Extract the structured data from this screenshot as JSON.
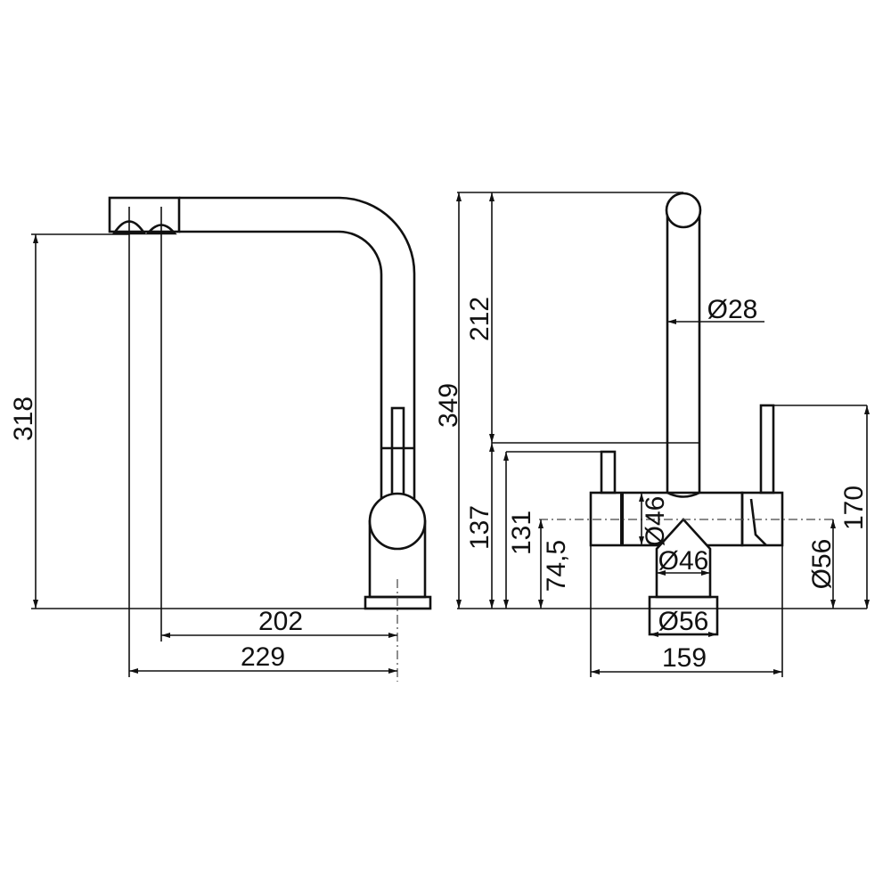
{
  "title": "Kitchen faucet dimension drawing",
  "side_view": {
    "dimensions": {
      "height": "318",
      "reach_outer": "202",
      "reach_total": "229"
    }
  },
  "front_view": {
    "dimensions": {
      "total_height": "349",
      "spout_height": "212",
      "body_height": "137",
      "handle_left_height": "131",
      "axis_height": "74,5",
      "handle_right_height": "170",
      "spout_diameter": "Ø28",
      "body_diameter": "Ø46",
      "neck_diameter": "Ø46",
      "base_diameter": "Ø56",
      "body_right_diameter": "Ø56",
      "body_width": "159"
    }
  },
  "colors": {
    "line": "#111111",
    "background": "#ffffff"
  }
}
